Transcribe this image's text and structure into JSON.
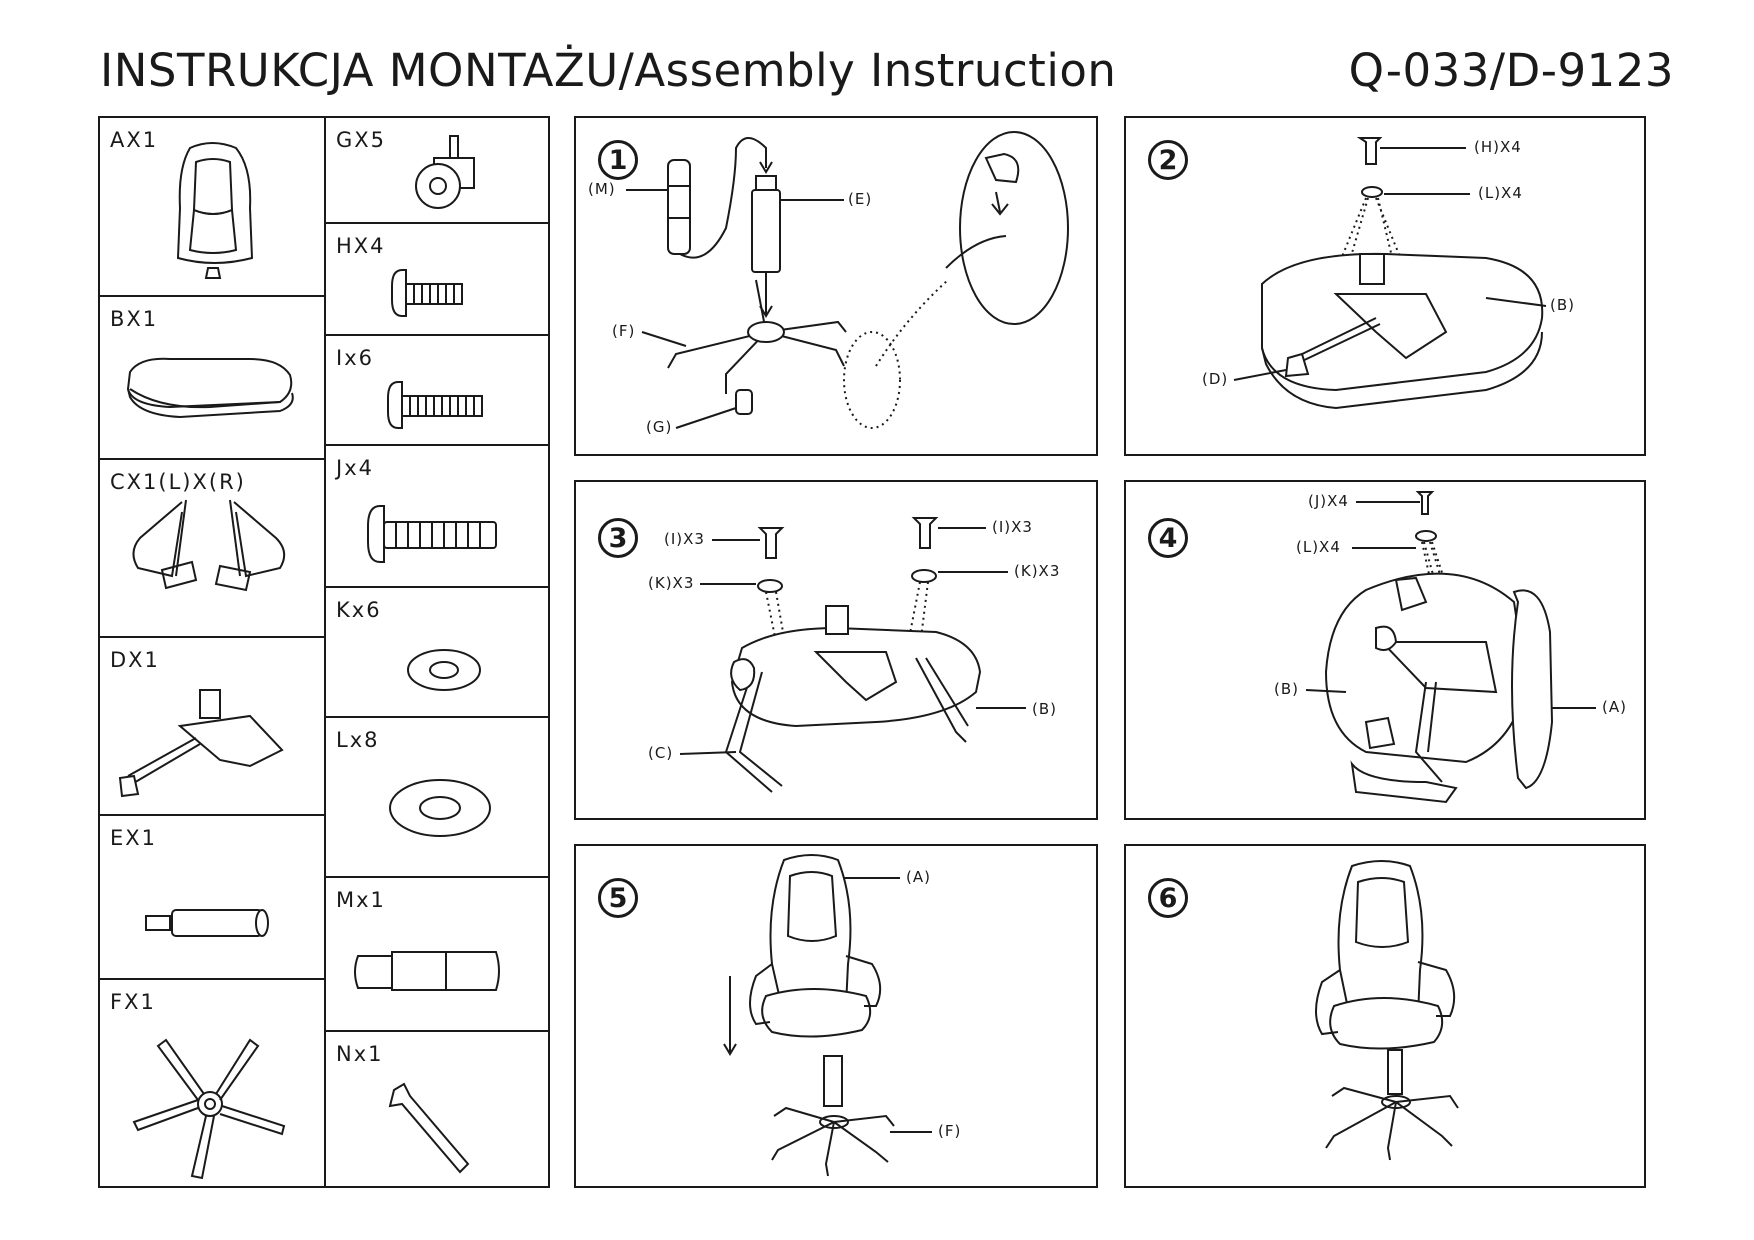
{
  "header": {
    "title": "INSTRUKCJA  MONTAŻU/Assembly  Instruction",
    "model": "Q-033/D-9123"
  },
  "parts_left": [
    {
      "id": "A",
      "label": "AX1",
      "icon": "backrest-icon"
    },
    {
      "id": "B",
      "label": "BX1",
      "icon": "seat-cushion-icon"
    },
    {
      "id": "C",
      "label": "CX1(L)X(R)",
      "icon": "armrests-icon"
    },
    {
      "id": "D",
      "label": "DX1",
      "icon": "tilt-mechanism-icon"
    },
    {
      "id": "E",
      "label": "EX1",
      "icon": "gas-lift-icon"
    },
    {
      "id": "F",
      "label": "FX1",
      "icon": "star-base-icon"
    }
  ],
  "parts_right": [
    {
      "id": "G",
      "label": "GX5",
      "icon": "caster-icon"
    },
    {
      "id": "H",
      "label": "HX4",
      "icon": "bolt-short-icon"
    },
    {
      "id": "I",
      "label": "Ix6",
      "icon": "bolt-medium-icon"
    },
    {
      "id": "J",
      "label": "Jx4",
      "icon": "bolt-long-icon"
    },
    {
      "id": "K",
      "label": "Kx6",
      "icon": "washer-small-icon"
    },
    {
      "id": "L",
      "label": "Lx8",
      "icon": "washer-large-icon"
    },
    {
      "id": "M",
      "label": "Mx1",
      "icon": "gas-cover-icon"
    },
    {
      "id": "N",
      "label": "Nx1",
      "icon": "allen-key-icon"
    }
  ],
  "steps": [
    {
      "number": "1",
      "callouts": {
        "m": "(M)",
        "e": "(E)",
        "f": "(F)",
        "g": "(G)"
      }
    },
    {
      "number": "2",
      "callouts": {
        "h": "(H)X4",
        "l": "(L)X4",
        "b": "(B)",
        "d": "(D)"
      }
    },
    {
      "number": "3",
      "callouts": {
        "i_left": "(I)X3",
        "k_left": "(K)X3",
        "i_right": "(I)X3",
        "k_right": "(K)X3",
        "b": "(B)",
        "c": "(C)"
      }
    },
    {
      "number": "4",
      "callouts": {
        "j": "(J)X4",
        "l": "(L)X4",
        "b": "(B)",
        "a": "(A)"
      }
    },
    {
      "number": "5",
      "callouts": {
        "a": "(A)",
        "f": "(F)"
      }
    },
    {
      "number": "6",
      "callouts": {}
    }
  ]
}
